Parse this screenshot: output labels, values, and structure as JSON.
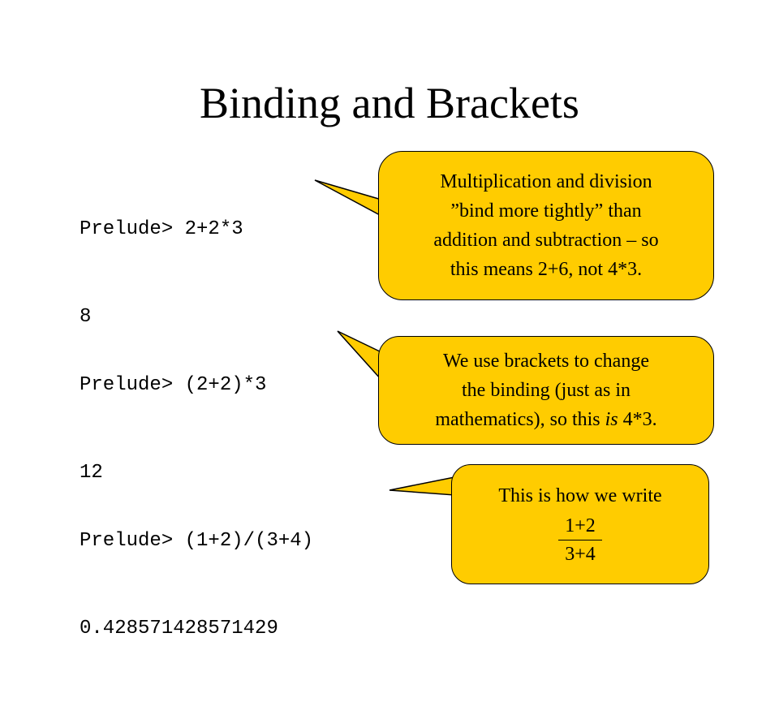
{
  "slide": {
    "title": "Binding and Brackets",
    "examples": [
      {
        "prompt": "Prelude> 2+2*3",
        "result": "8"
      },
      {
        "prompt": "Prelude> (2+2)*3",
        "result": "12"
      },
      {
        "prompt": "Prelude> (1+2)/(3+4)",
        "result": "0.428571428571429"
      }
    ],
    "callouts": {
      "binding": {
        "lines": [
          "Multiplication and division",
          "”bind more tightly” than",
          "addition and subtraction – so",
          "this means 2+6, not 4*3."
        ]
      },
      "brackets": {
        "line1": "We use brackets to change",
        "line2": "the binding (just as in",
        "line3_before": "mathematics), so this ",
        "line3_italic": "is",
        "line3_after": " 4*3."
      },
      "fraction": {
        "intro": "This is how we write",
        "numerator": "1+2",
        "denominator": "3+4"
      }
    },
    "colors": {
      "callout_fill": "#FFCC00",
      "outline": "#000000",
      "text": "#000000",
      "background": "#FFFFFF"
    }
  }
}
